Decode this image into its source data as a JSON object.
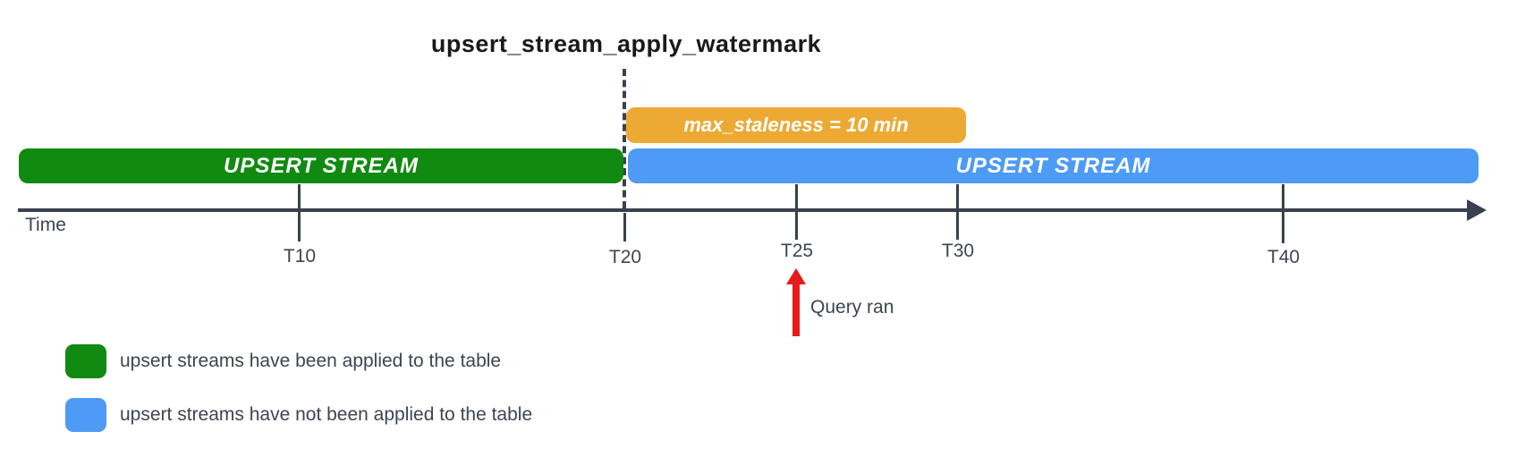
{
  "title": "upsert_stream_apply_watermark",
  "colors": {
    "applied_green": "#108a10",
    "unapplied_blue": "#4d9bf5",
    "staleness_orange": "#ecaa34",
    "annotation_red": "#e51a1a",
    "axis_dark": "#3a414e",
    "label_text": "#3d4552"
  },
  "bars": {
    "staleness": {
      "label": "max_staleness = 10 min"
    },
    "applied": {
      "label": "UPSERT STREAM"
    },
    "not_applied": {
      "label": "UPSERT STREAM"
    }
  },
  "axis": {
    "label": "Time",
    "ticks": [
      {
        "label": "T10"
      },
      {
        "label": "T20"
      },
      {
        "label": "T25"
      },
      {
        "label": "T30"
      },
      {
        "label": "T40"
      }
    ]
  },
  "annotation": {
    "label": "Query ran"
  },
  "legend": [
    {
      "swatch": "green",
      "label": "upsert streams have been applied to the table"
    },
    {
      "swatch": "blue",
      "label": "upsert streams have not been applied to the table"
    }
  ]
}
